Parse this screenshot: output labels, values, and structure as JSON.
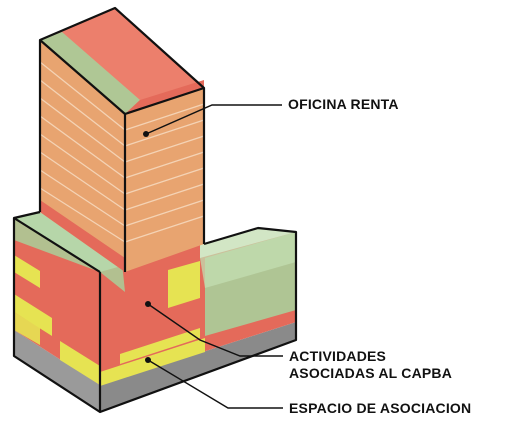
{
  "labels": {
    "office": "OFICINA RENTA",
    "activities_line1": "ACTIVIDADES",
    "activities_line2": "ASOCIADAS AL CAPBA",
    "association": "ESPACIO DE ASOCIACION"
  },
  "colors": {
    "office_orange": "#e8a470",
    "office_orange_dark": "#d9955f",
    "red": "#e46a5a",
    "red_dark": "#d85a4c",
    "salmon_top": "#ec7f6c",
    "yellow": "#e6e352",
    "yellow_dark": "#d4d03e",
    "glass_green": "#a9cf9a",
    "glass_green_light": "#c3ddb2",
    "gray": "#9a9a9a",
    "outline": "#111111"
  }
}
